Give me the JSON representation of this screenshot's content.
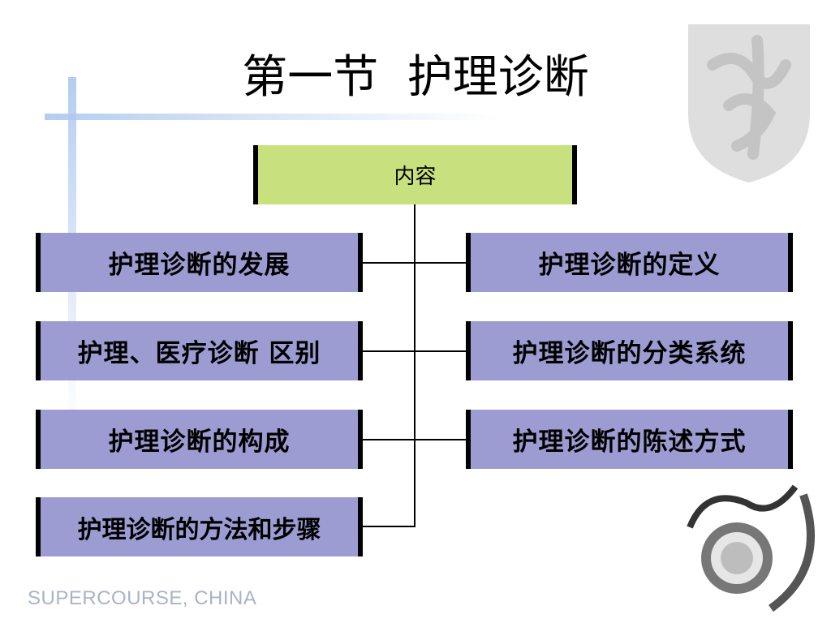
{
  "slide": {
    "title": "第一节  护理诊断",
    "footer": "SUPERCOURSE, CHINA"
  },
  "diagram": {
    "root": "内容",
    "left": [
      "护理诊断的发展",
      "护理、医疗诊断 区别",
      "护理诊断的构成",
      "护理诊断的方法和步骤"
    ],
    "right": [
      "护理诊断的定义",
      "护理诊断的分类系统",
      "护理诊断的陈述方式"
    ]
  }
}
